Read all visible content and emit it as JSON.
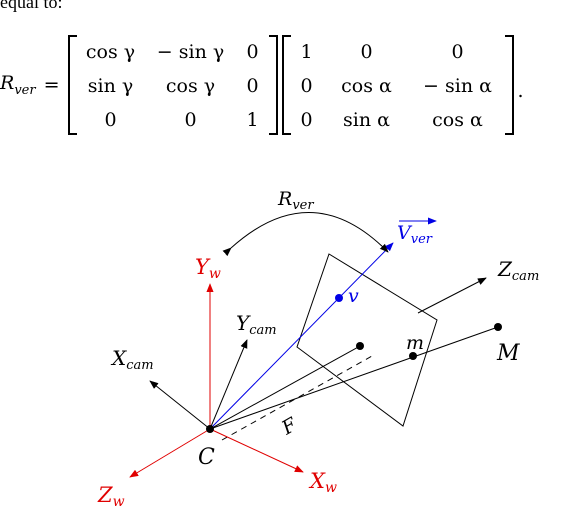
{
  "intro_text": "equal to:",
  "equation": {
    "lhs": "R",
    "lhs_sub": "ver",
    "equals": "=",
    "matrix_a": [
      [
        "cos γ",
        "− sin γ",
        "0"
      ],
      [
        "sin γ",
        "cos γ",
        "0"
      ],
      [
        "0",
        "0",
        "1"
      ]
    ],
    "matrix_b": [
      [
        "1",
        "0",
        "0"
      ],
      [
        "0",
        "cos α",
        "− sin α"
      ],
      [
        "0",
        "sin α",
        "cos α"
      ]
    ],
    "trailing": "."
  },
  "diagram": {
    "colors": {
      "world_axes": "#e00000",
      "v_vector": "#0000e6",
      "default": "#000000"
    },
    "labels": {
      "r_ver": "R",
      "r_ver_sub": "ver",
      "v_ver": "V",
      "v_ver_sub": "ver",
      "y_w": "Y",
      "y_w_sub": "w",
      "x_w": "X",
      "x_w_sub": "w",
      "z_w": "Z",
      "z_w_sub": "w",
      "y_cam": "Y",
      "y_cam_sub": "cam",
      "x_cam": "X",
      "x_cam_sub": "cam",
      "z_cam": "Z",
      "z_cam_sub": "cam",
      "v": "v",
      "m": "m",
      "M": "M",
      "C": "C",
      "F": "F"
    }
  }
}
